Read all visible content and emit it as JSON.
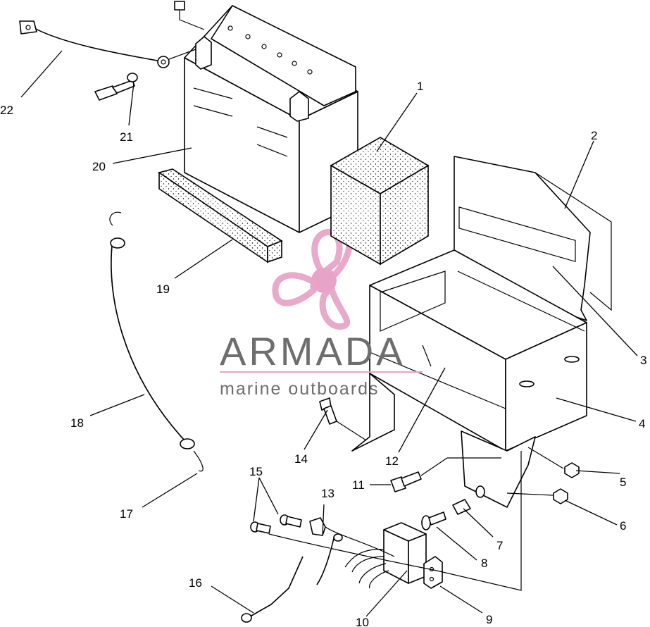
{
  "watermark": {
    "brand": "ARMADA",
    "tagline": "marine outboards",
    "logo_color": "#e8a5c8",
    "logo_hub_color": "#e7a0c6",
    "text_color": "#6e6e6e"
  },
  "callouts": {
    "c1": "1",
    "c2": "2",
    "c3": "3",
    "c4": "4",
    "c5": "5",
    "c6": "6",
    "c7": "7",
    "c8": "8",
    "c9": "9",
    "c10": "10",
    "c11": "11",
    "c12": "12",
    "c13": "13",
    "c14": "14",
    "c15": "15",
    "c16": "16",
    "c17": "17",
    "c18": "18",
    "c19": "19",
    "c20": "20",
    "c21": "21",
    "c22": "22"
  }
}
